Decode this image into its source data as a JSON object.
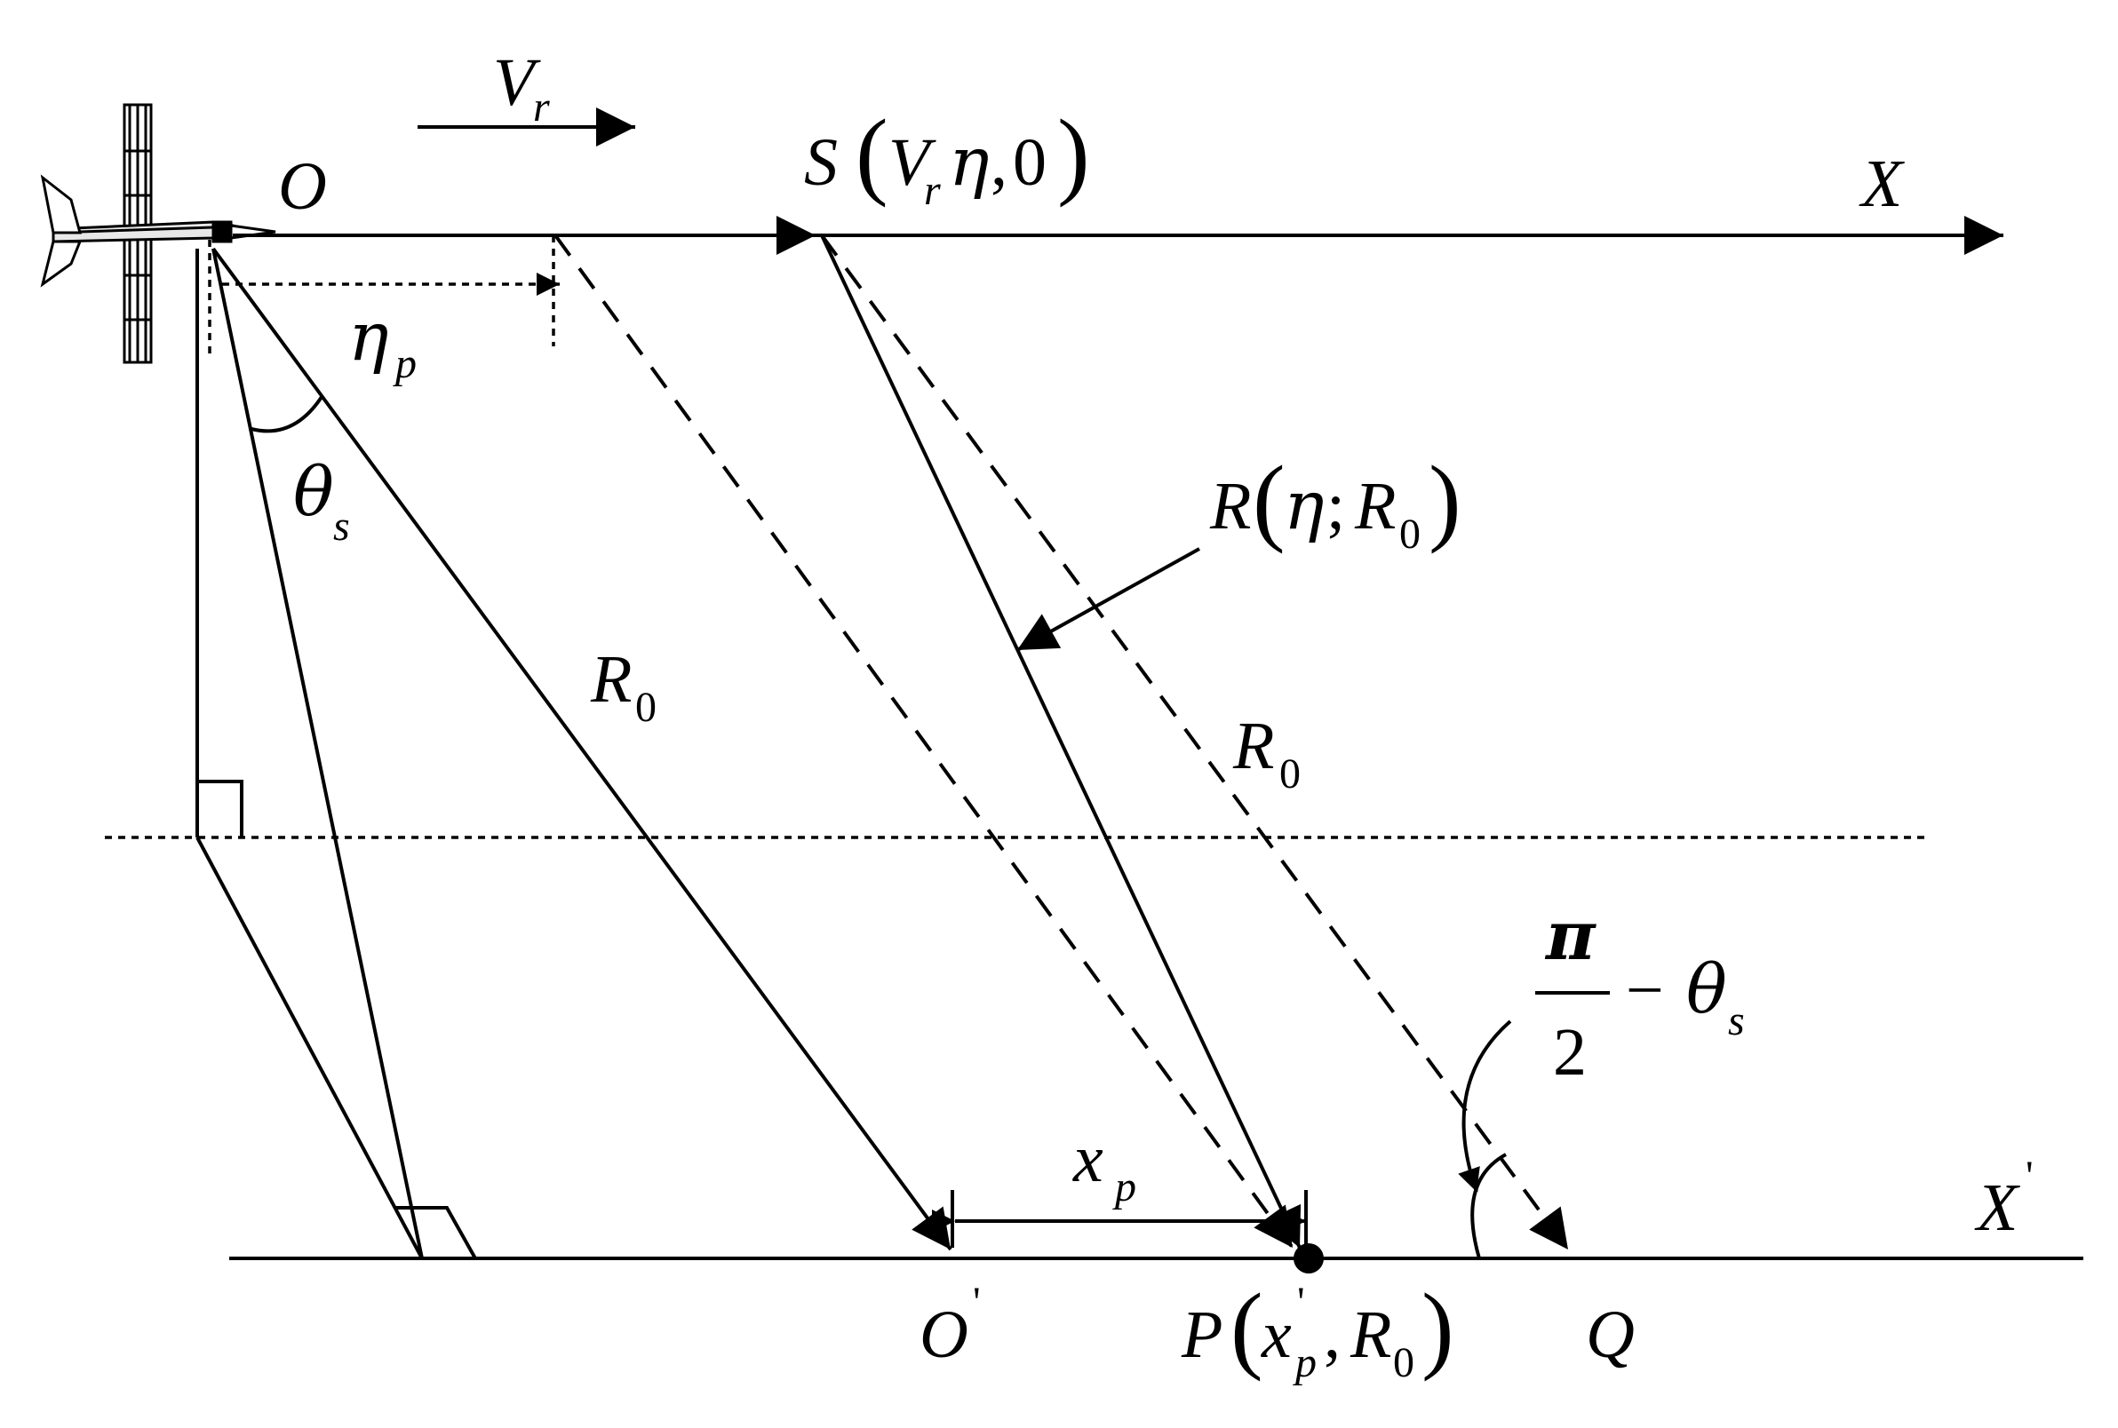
{
  "labels": {
    "v": "V",
    "v_sub": "r",
    "o": "O",
    "s_main": "S",
    "s_v": "V",
    "s_v_sub": "r",
    "s_eta": "η",
    "s_comma": ",",
    "s_zero": "0",
    "x_axis": "X",
    "eta": "η",
    "eta_sub": "p",
    "theta": "θ",
    "theta_sub": "s",
    "r_main": "R",
    "r_eta": "η",
    "r_semicolon": ";",
    "r_r": "R",
    "r_sub": "0",
    "r0a": "R",
    "r0a_sub": "0",
    "r0b": "R",
    "r0b_sub": "0",
    "pi": "π",
    "two": "2",
    "minus": "−",
    "theta2": "θ",
    "theta2_sub": "s",
    "xp": "x",
    "xp_sub": "p",
    "x_prime_axis": "X",
    "x_prime_mark": "'",
    "o_prime": "O",
    "o_prime_mark": "'",
    "p_main": "P",
    "p_x": "x",
    "p_x_mark": "'",
    "p_x_sub": "p",
    "p_comma": ",",
    "p_r": "R",
    "p_r_sub": "0",
    "q": "Q"
  }
}
